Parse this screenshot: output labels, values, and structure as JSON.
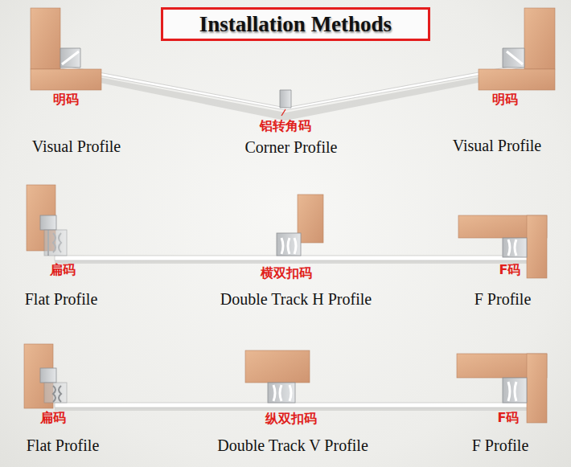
{
  "diagram": {
    "title": "Installation Methods",
    "labels": [
      "明码",
      "Visual Profile",
      "铝转角码",
      "Corner Profile",
      "明码",
      "Visual Profile",
      "扁码",
      "Flat Profile",
      "横双扣码",
      "Double Track H Profile",
      "F码",
      "F Profile",
      "扁码",
      "Flat Profile",
      "纵双扣码",
      "Double Track V Profile",
      "F码",
      "F Profile"
    ]
  }
}
